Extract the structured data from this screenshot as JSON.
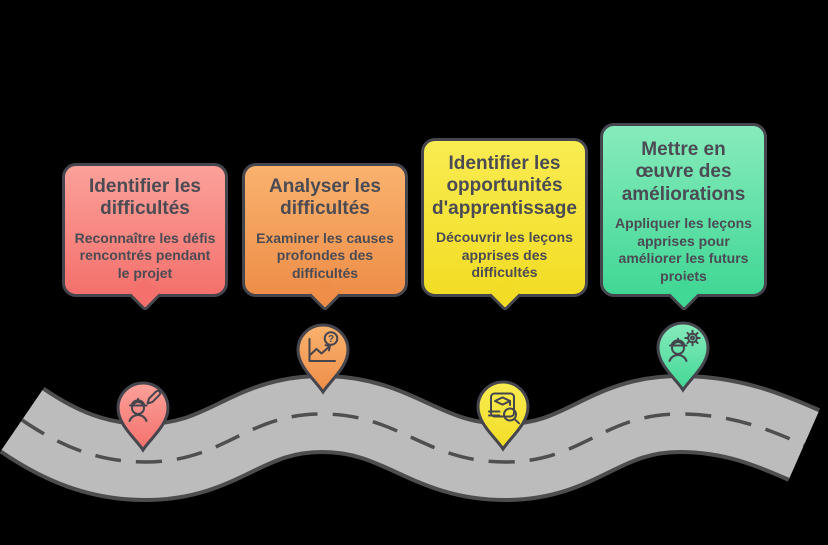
{
  "diagram": {
    "type": "roadmap-infographic",
    "language": "fr"
  },
  "palette": {
    "background": "#000000",
    "outline": "#45454d",
    "text": "#4b4b54",
    "road_border": "#4d4d4d",
    "road_fill": "#bcbcbc",
    "road_dash": "#4f4f4f"
  },
  "milestones": [
    {
      "title": "Identifier les difficultés",
      "description": "Reconnaître les défis rencontrés pendant le projet",
      "color_top": "#fba19a",
      "color_bottom": "#f4706c",
      "icon": "engineer-pencil-icon"
    },
    {
      "title": "Analyser les difficultés",
      "description": "Examiner les causes profondes des difficultés",
      "color_top": "#f9b26e",
      "color_bottom": "#ee8e49",
      "icon": "chart-question-icon"
    },
    {
      "title": "Identifier les opportunités d'apprentissage",
      "description": "Découvrir les leçons apprises des difficultés",
      "color_top": "#f9ec52",
      "color_bottom": "#f2dc25",
      "icon": "learning-search-icon"
    },
    {
      "title": "Mettre en œuvre des améliorations",
      "description": "Appliquer les leçons apprises pour améliorer les futurs projets",
      "color_top": "#87ebbc",
      "color_bottom": "#41d795",
      "icon": "engineer-gear-icon"
    }
  ],
  "pin_question_glyph": "?"
}
